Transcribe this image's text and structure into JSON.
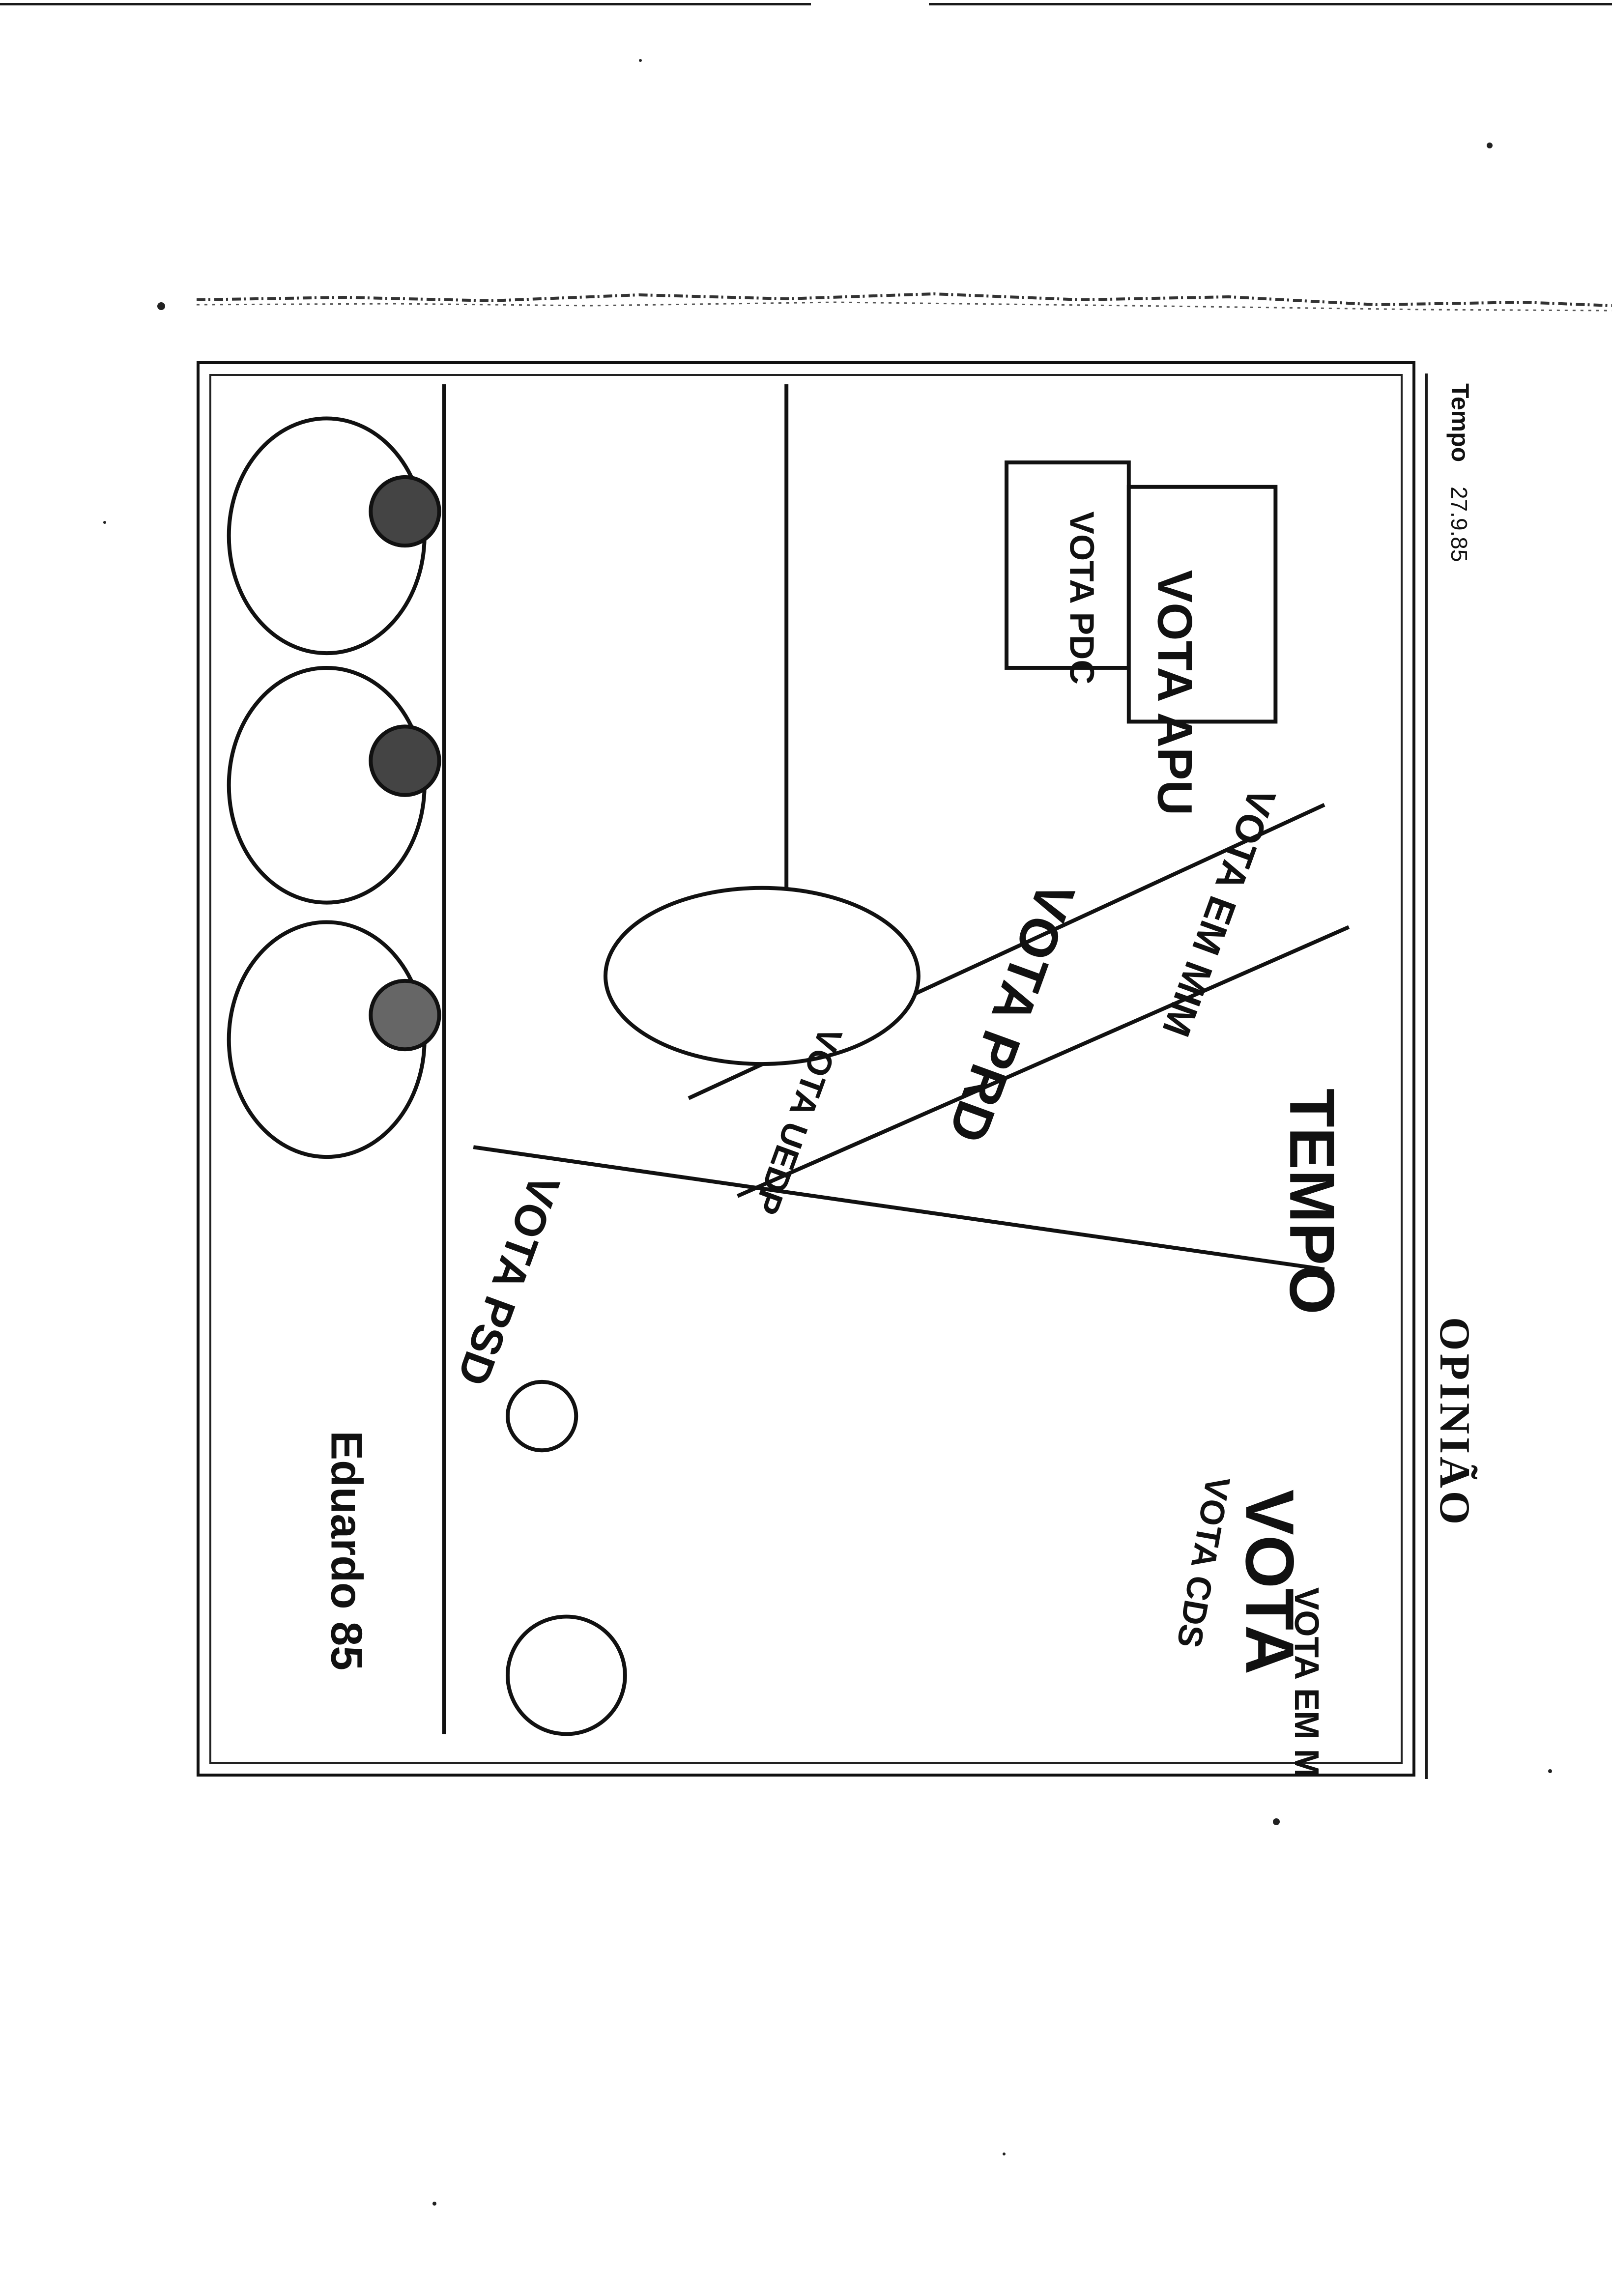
{
  "header": {
    "source": "Tempo",
    "date": "27.9.85",
    "section": "OPINIÃO"
  },
  "cartoon": {
    "title_handwritten": "TEMPO",
    "signature": "Eduardo 85",
    "signs": {
      "vota_pdc": "VOTA PDC",
      "vota_apu": "VOTA APU",
      "vota_em_mim_banner": "VOTA EM MIM",
      "vota_prd": "VOTA PRD",
      "vota_uedp": "VOTA UEDP",
      "vota_psd": "VOTA PSD",
      "vota_cds": "VOTA CDS",
      "vota_em_mim_poster": "VOTA EM MIM",
      "vota_big": "VOTA"
    }
  }
}
